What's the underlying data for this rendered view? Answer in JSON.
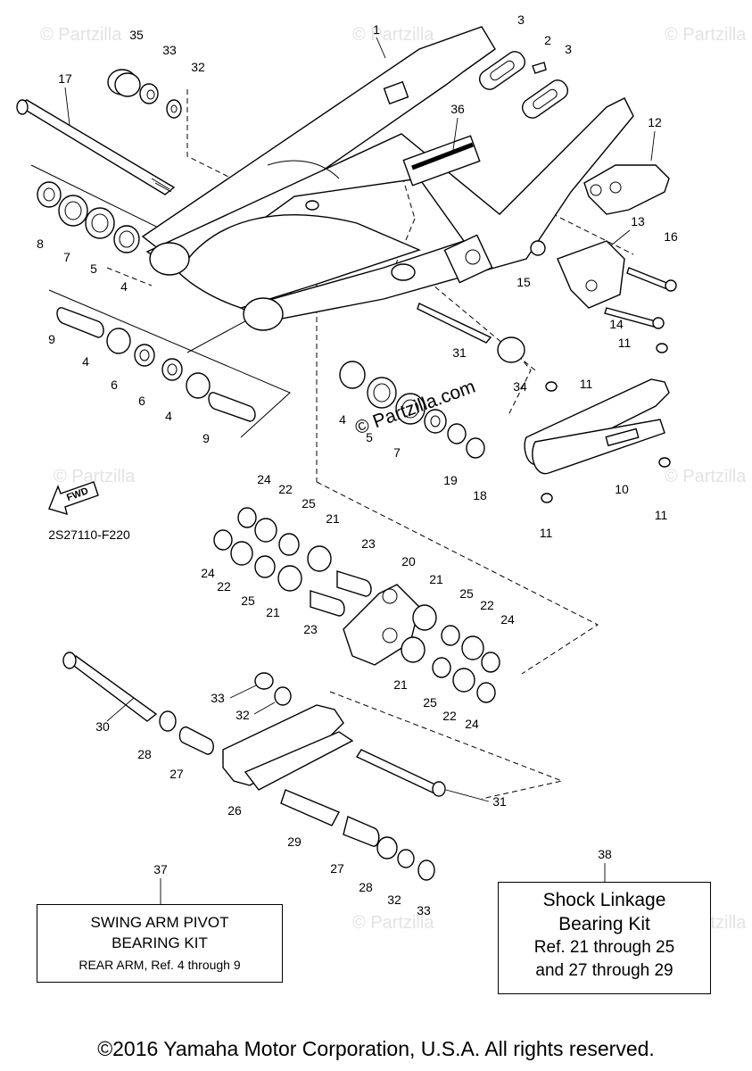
{
  "diagram_code": "2S27110-F220",
  "fwd_label": "FWD",
  "watermark_text": "© Partzilla.com",
  "watermark_faint": "© Partzilla",
  "callouts": {
    "c1": "1",
    "c2": "2",
    "c3a": "3",
    "c3b": "3",
    "c4a": "4",
    "c4b": "4",
    "c4c": "4",
    "c4d": "4",
    "c5a": "5",
    "c5b": "5",
    "c6a": "6",
    "c6b": "6",
    "c7a": "7",
    "c7b": "7",
    "c8": "8",
    "c9a": "9",
    "c9b": "9",
    "c10": "10",
    "c11a": "11",
    "c11b": "11",
    "c11c": "11",
    "c11d": "11",
    "c12": "12",
    "c13": "13",
    "c14": "14",
    "c15": "15",
    "c16": "16",
    "c17": "17",
    "c18": "18",
    "c19": "19",
    "c20": "20",
    "c21a": "21",
    "c21b": "21",
    "c21c": "21",
    "c21d": "21",
    "c22a": "22",
    "c22b": "22",
    "c22c": "22",
    "c22d": "22",
    "c23a": "23",
    "c23b": "23",
    "c24a": "24",
    "c24b": "24",
    "c24c": "24",
    "c24d": "24",
    "c25a": "25",
    "c25b": "25",
    "c25c": "25",
    "c25d": "25",
    "c26": "26",
    "c27a": "27",
    "c27b": "27",
    "c28a": "28",
    "c28b": "28",
    "c29": "29",
    "c30": "30",
    "c31a": "31",
    "c31b": "31",
    "c32a": "32",
    "c32b": "32",
    "c32c": "32",
    "c33a": "33",
    "c33b": "33",
    "c33c": "33",
    "c34": "34",
    "c35": "35",
    "c36": "36",
    "c37": "37",
    "c38": "38"
  },
  "kit_box_37": {
    "line1": "SWING ARM PIVOT",
    "line2": "BEARING KIT",
    "line3": "REAR ARM, Ref. 4 through 9"
  },
  "kit_box_38": {
    "line1": "Shock Linkage",
    "line2": "Bearing Kit",
    "line3": "Ref. 21 through 25",
    "line4": "and 27 through 29"
  },
  "copyright": "©2016 Yamaha Motor Corporation, U.S.A. All rights reserved."
}
